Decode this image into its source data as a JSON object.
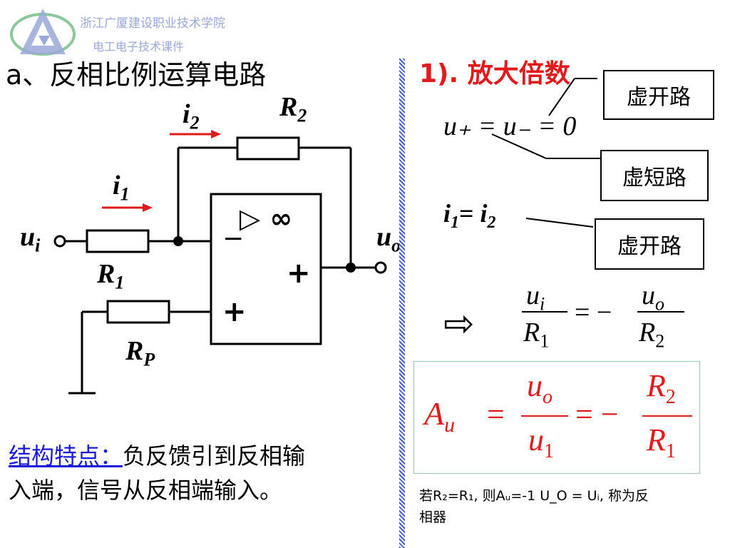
{
  "watermark": {
    "school": "浙江广厦建设职业技术学院",
    "course": "电工电子技术课件"
  },
  "left": {
    "title": "a、反相比例运算电路",
    "circuit": {
      "i2": "i",
      "i2_sub": "2",
      "R2": "R",
      "R2_sub": "2",
      "i1": "i",
      "i1_sub": "1",
      "ui": "u",
      "ui_sub": "i",
      "uo": "u",
      "uo_sub": "o",
      "R1": "R",
      "R1_sub": "1",
      "RP": "R",
      "RP_sub": "P",
      "opamp_symbol": "▷ ∞",
      "minus": "−",
      "plus_out": "+",
      "plus_in": "+"
    },
    "feature_label": "结构特点：",
    "feature_text_1": "负反馈引到反相输",
    "feature_text_2": "入端，信号从反相端输入。"
  },
  "right": {
    "heading": "1). 放大倍数",
    "eq1": "u₊ = u₋ = 0",
    "box_virtual_open_1": "虚开路",
    "box_virtual_short": "虚短路",
    "eq2_i": "i",
    "eq2_sub1": "1",
    "eq2_eq": "= ",
    "eq2_sub2": "2",
    "box_virtual_open_2": "虚开路",
    "arrow": "⇨",
    "frac_ui_num": "u",
    "frac_ui_num_sub": "i",
    "frac_ui_den": "R",
    "frac_ui_den_sub": "1",
    "frac_eq": "= −",
    "frac_uo_num": "u",
    "frac_uo_num_sub": "o",
    "frac_uo_den": "R",
    "frac_uo_den_sub": "2",
    "Au": "A",
    "Au_sub": "u",
    "f_eq1": "=",
    "f_num1": "u",
    "f_num1_sub": "o",
    "f_den1": "u",
    "f_den1_sub": "1",
    "f_eq2": "= −",
    "f_num2": "R",
    "f_num2_sub": "2",
    "f_den2": "R",
    "f_den2_sub": "1",
    "note_line1": "若R₂=R₁, 则Aᵤ=-1 U_O = Uᵢ, 称为反",
    "note_line2": "相器"
  },
  "colors": {
    "accent_red": "#e11b1b",
    "link_blue": "#1a1ad8",
    "divider_blue": "#4a5bd6",
    "watermark": "#9aa8d8"
  }
}
